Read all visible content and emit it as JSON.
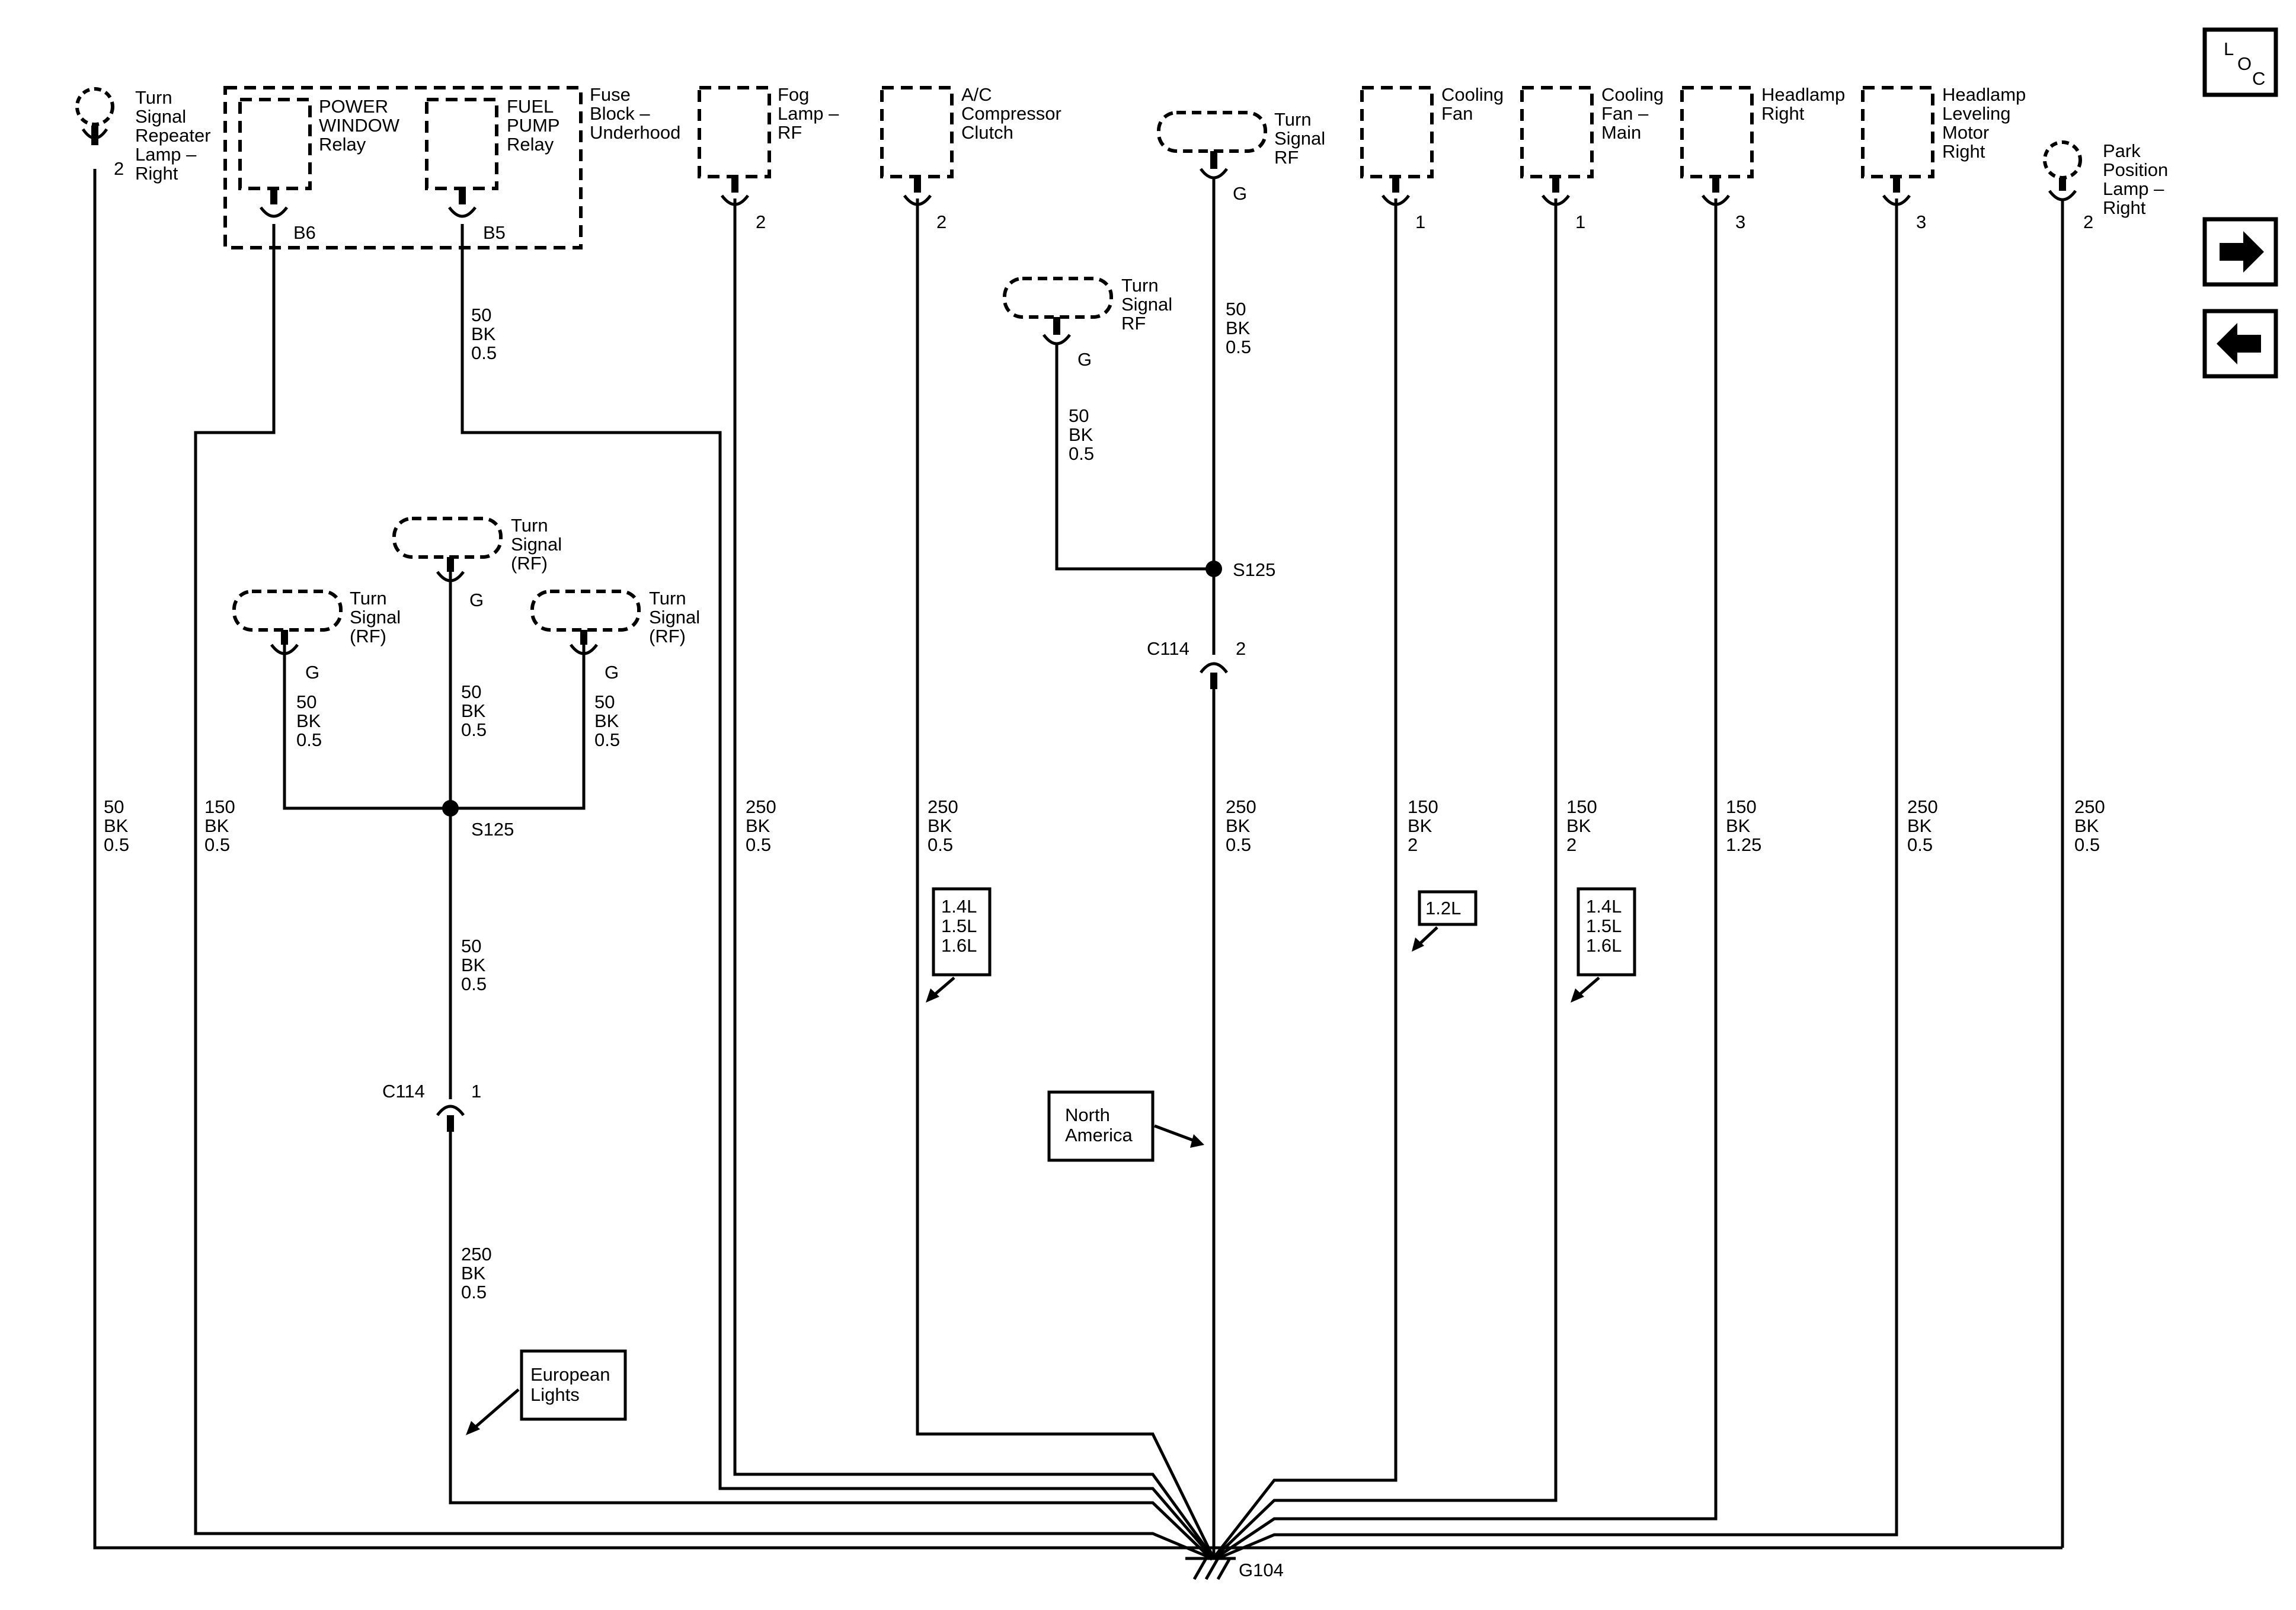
{
  "nav": {
    "loc": [
      "L",
      "O",
      "C"
    ]
  },
  "components": {
    "repeater_left": [
      "Turn",
      "Signal",
      "Repeater",
      "Lamp –",
      "Right"
    ],
    "power_window": [
      "POWER",
      "WINDOW",
      "Relay"
    ],
    "fuel_pump": [
      "FUEL",
      "PUMP",
      "Relay"
    ],
    "fuse_block": [
      "Fuse",
      "Block –",
      "Underhood"
    ],
    "fog_lamp": [
      "Fog",
      "Lamp –",
      "RF"
    ],
    "ac_clutch": [
      "A/C",
      "Compressor",
      "Clutch"
    ],
    "turn_rf_top": [
      "Turn",
      "Signal",
      "RF"
    ],
    "turn_rf_mid": [
      "Turn",
      "Signal",
      "RF"
    ],
    "cooling_fan": [
      "Cooling",
      "Fan"
    ],
    "cooling_fan_main": [
      "Cooling",
      "Fan –",
      "Main"
    ],
    "headlamp_right": [
      "Headlamp",
      "Right"
    ],
    "headlamp_leveling": [
      "Headlamp",
      "Leveling",
      "Motor",
      "Right"
    ],
    "park_position": [
      "Park",
      "Position",
      "Lamp –",
      "Right"
    ],
    "ts_left": [
      "Turn",
      "Signal",
      "(RF)"
    ],
    "ts_center": [
      "Turn",
      "Signal",
      "(RF)"
    ],
    "ts_right": [
      "Turn",
      "Signal",
      "(RF)"
    ]
  },
  "pins": {
    "repeater": "2",
    "b6": "B6",
    "b5": "B5",
    "fog": "2",
    "ac": "2",
    "g_top": "G",
    "g_mid": "G",
    "cool": "1",
    "cool_main": "1",
    "headlamp": "3",
    "leveling": "3",
    "park": "2",
    "g_left": "G",
    "g_center": "G",
    "g_right": "G"
  },
  "wires": {
    "w_left": [
      "50",
      "BK",
      "0.5"
    ],
    "w_pw": [
      "150",
      "BK",
      "0.5"
    ],
    "w_fp": [
      "50",
      "BK",
      "0.5"
    ],
    "w_tsl": [
      "50",
      "BK",
      "0.5"
    ],
    "w_tsc": [
      "50",
      "BK",
      "0.5"
    ],
    "w_tsr": [
      "50",
      "BK",
      "0.5"
    ],
    "w_center_down": [
      "50",
      "BK",
      "0.5"
    ],
    "w_eu": [
      "250",
      "BK",
      "0.5"
    ],
    "w_fog": [
      "250",
      "BK",
      "0.5"
    ],
    "w_ac": [
      "250",
      "BK",
      "0.5"
    ],
    "w_tsrf_mid": [
      "50",
      "BK",
      "0.5"
    ],
    "w_tsrf_top": [
      "50",
      "BK",
      "0.5"
    ],
    "w_na": [
      "250",
      "BK",
      "0.5"
    ],
    "w_cool": [
      "150",
      "BK",
      "2"
    ],
    "w_coolmain": [
      "150",
      "BK",
      "2"
    ],
    "w_head": [
      "150",
      "BK",
      "1.25"
    ],
    "w_level": [
      "250",
      "BK",
      "0.5"
    ],
    "w_park": [
      "250",
      "BK",
      "0.5"
    ]
  },
  "splices": {
    "s_left": "S125",
    "s_right": "S125"
  },
  "connectors": {
    "c_left": "C114",
    "c_left_pin": "1",
    "c_right": "C114",
    "c_right_pin": "2"
  },
  "ground": "G104",
  "options": {
    "ac_engines": [
      "1.4L",
      "1.5L",
      "1.6L"
    ],
    "cool_engine": [
      "1.2L"
    ],
    "coolmain_engines": [
      "1.4L",
      "1.5L",
      "1.6L"
    ],
    "north_america": [
      "North",
      "America"
    ],
    "european": [
      "European",
      "Lights"
    ]
  }
}
